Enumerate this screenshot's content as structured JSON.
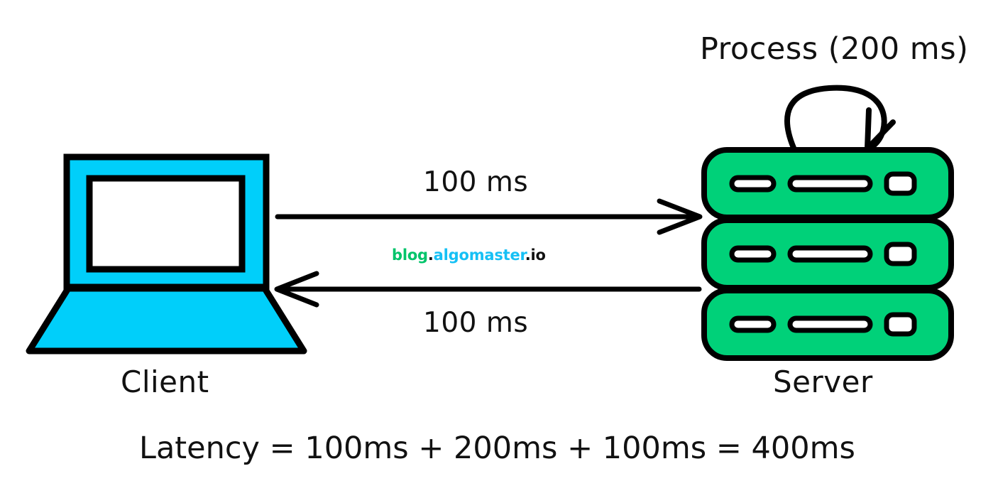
{
  "diagram": {
    "title": "Process (200 ms)",
    "nodes": {
      "client": {
        "label": "Client",
        "icon": "laptop-icon",
        "color": "#00cffa"
      },
      "server": {
        "label": "Server",
        "icon": "server-rack-icon",
        "color": "#00d179",
        "rack_count": 3
      }
    },
    "edges": {
      "request": {
        "label": "100 ms",
        "direction": "client-to-server"
      },
      "response": {
        "label": "100 ms",
        "direction": "server-to-client"
      },
      "self_loop": {
        "label": "Process (200 ms)",
        "direction": "server-to-server"
      }
    },
    "formula": "Latency = 100ms + 200ms + 100ms = 400ms",
    "watermark": {
      "part1": "blog",
      "dot1": ".",
      "part2": "algomaster",
      "dot2": ".",
      "part3": "io"
    },
    "colors": {
      "client_cyan": "#00cffa",
      "server_green": "#00d179",
      "stroke": "#000000",
      "watermark_green": "#00c46a",
      "watermark_blue": "#16c0f5",
      "background": "#ffffff"
    }
  }
}
